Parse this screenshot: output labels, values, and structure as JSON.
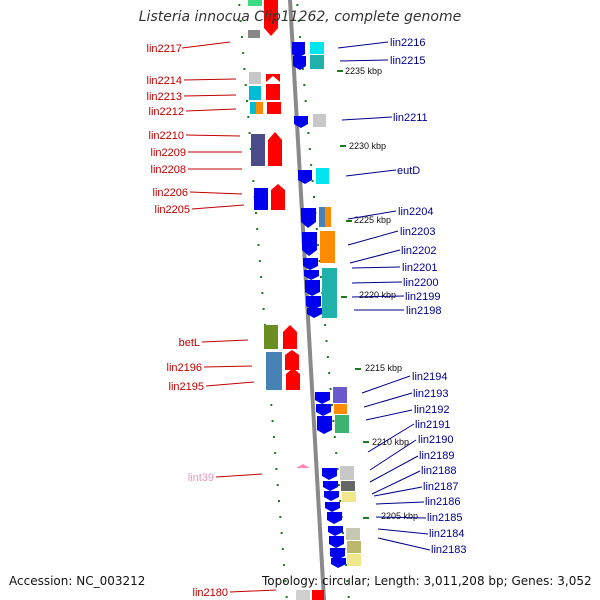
{
  "title": "Listeria innocua Clip11262, complete genome",
  "footer": {
    "accession": "Accession: NC_003212",
    "topology": "Topology: circular; Length: 3,011,208 bp; Genes: 3,052"
  },
  "colors": {
    "backbone": "#7f7f7f",
    "left_label": "#c00000",
    "right_label": "#00008b",
    "pseudo_label": "#e896c0",
    "tick_dot": "#1f7a1f",
    "strand_minus": "#ff0000",
    "strand_plus": "#0000ee"
  },
  "scale_ticks": [
    "2235 kbp",
    "2230 kbp",
    "2225 kbp",
    "2220 kbp",
    "2215 kbp",
    "2210 kbp",
    "2205 kbp"
  ],
  "left_genes": [
    "lin2217",
    "lin2214",
    "lin2213",
    "lin2212",
    "lin2210",
    "lin2209",
    "lin2208",
    "lin2206",
    "lin2205",
    "betL",
    "lin2196",
    "lin2195",
    "lint39",
    "lin2180"
  ],
  "right_genes": [
    "lin2216",
    "lin2215",
    "lin2211",
    "eutD",
    "lin2204",
    "lin2203",
    "lin2202",
    "lin2201",
    "lin2200",
    "lin2199",
    "lin2198",
    "lin2194",
    "lin2193",
    "lin2192",
    "lin2191",
    "lin2190",
    "lin2189",
    "lin2188",
    "lin2187",
    "lin2186",
    "lin2185",
    "lin2184",
    "lin2183"
  ]
}
